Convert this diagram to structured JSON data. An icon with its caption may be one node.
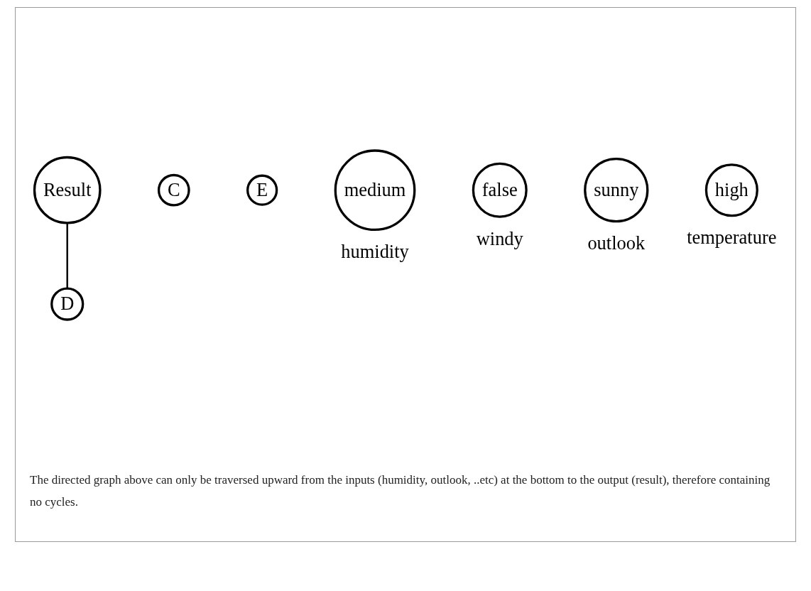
{
  "diagram": {
    "caption": "The directed graph above can only be traversed upward from the inputs (humidity, outlook, ..etc) at the bottom to the output (result), therefore containing no cycles.",
    "nodes": [
      {
        "text": [
          "Result"
        ]
      },
      {
        "text": [
          "C"
        ]
      },
      {
        "text": [
          "D"
        ]
      },
      {
        "text": [
          "E"
        ]
      },
      {
        "text": [
          "medium"
        ],
        "beside": [
          "humidity"
        ]
      },
      {
        "text": [
          "false"
        ],
        "beside": [
          "windy"
        ]
      },
      {
        "text": [
          "sunny"
        ],
        "beside": [
          "outlook"
        ]
      },
      {
        "text": [
          "high"
        ],
        "beside": [
          "temperature"
        ]
      }
    ],
    "edges": [
      {
        "from": 0,
        "to": 2,
        "arrow": "none"
      }
    ]
  }
}
